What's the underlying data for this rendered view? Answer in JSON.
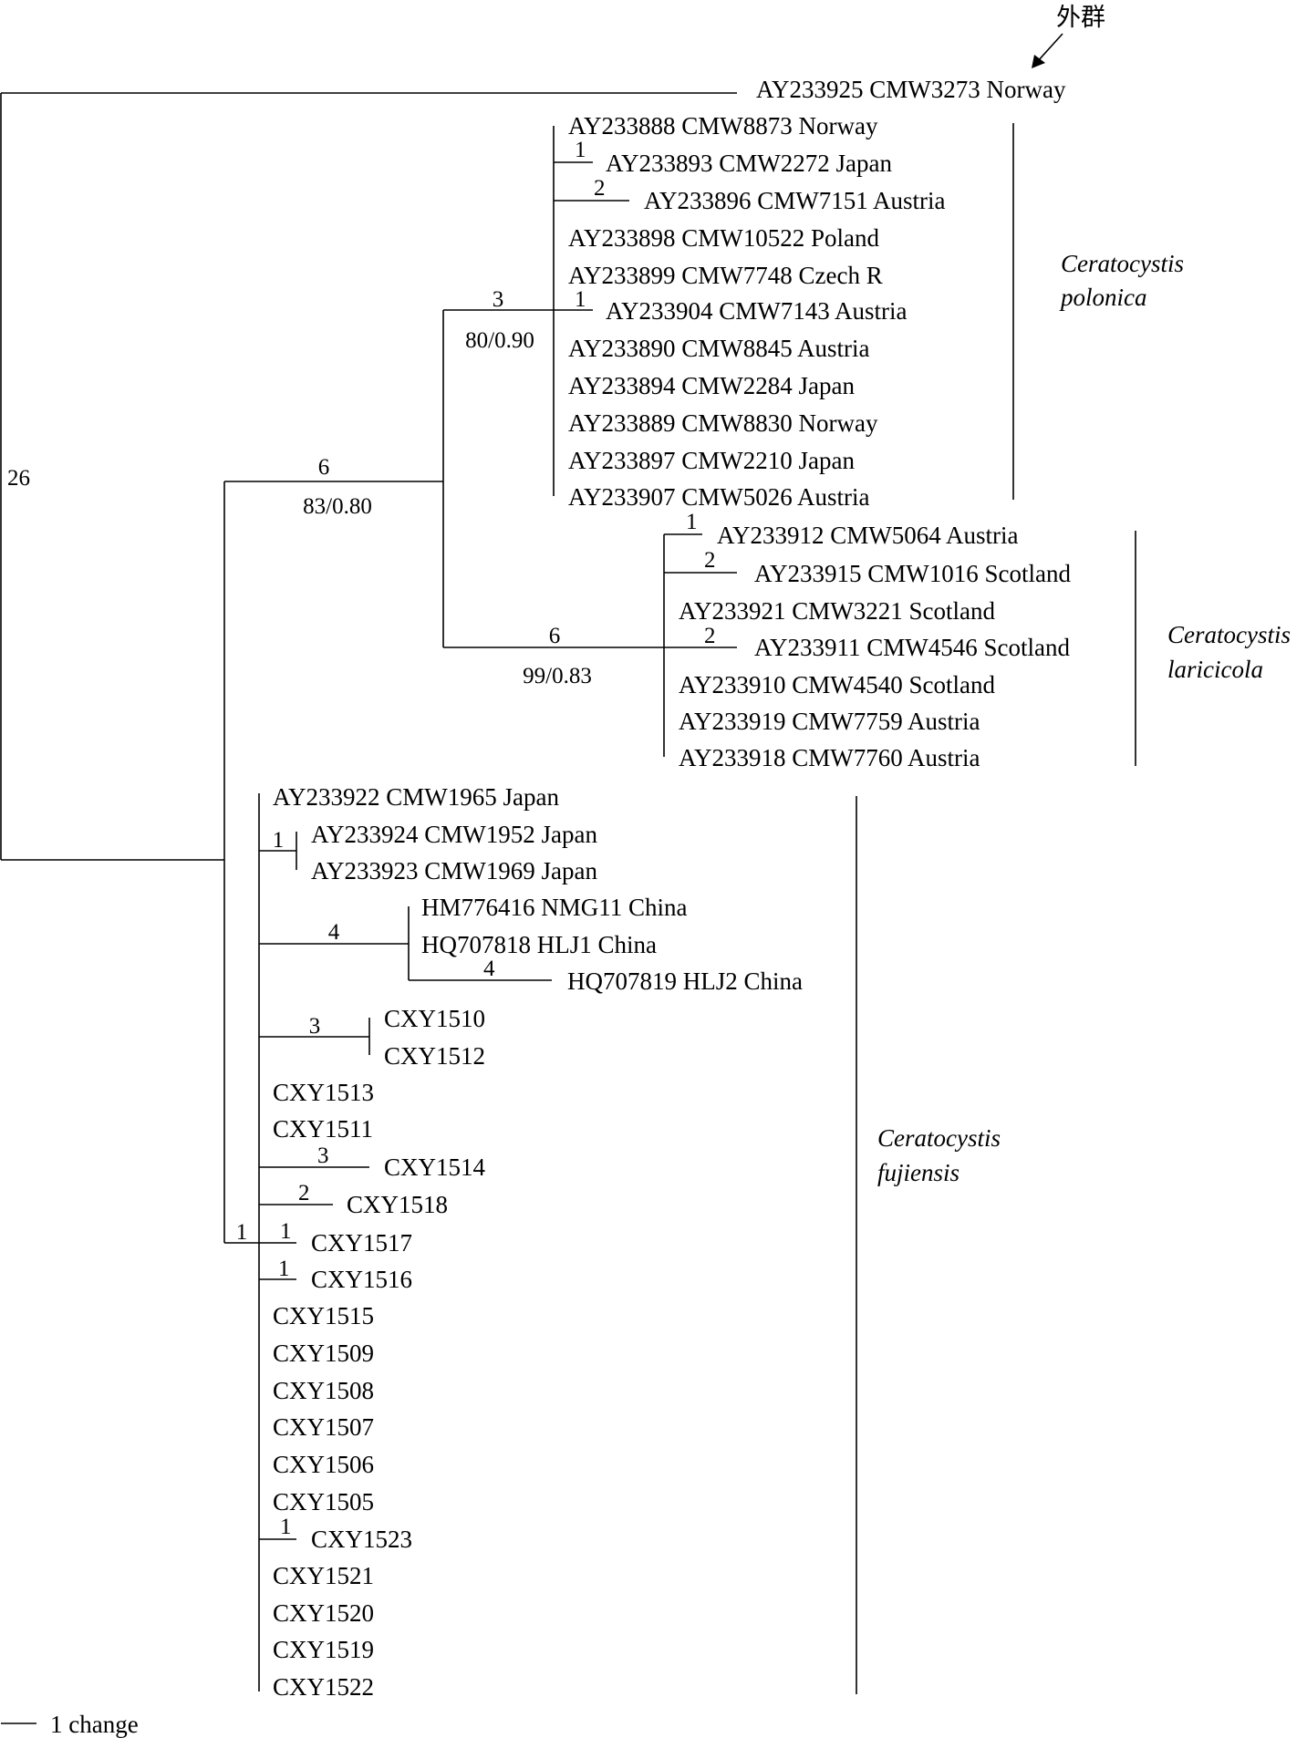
{
  "outgroup_label": "外群",
  "scale_label": "1 change",
  "clades": {
    "polonica": [
      "Ceratocystis",
      "polonica"
    ],
    "laricicola": [
      "Ceratocystis",
      "laricicola"
    ],
    "fujiensis": [
      "Ceratocystis",
      "fujiensis"
    ]
  },
  "node_labels": {
    "root": "26",
    "ingroup": "6",
    "ingroup_support": "83/0.80",
    "polonica": "3",
    "polonica_support": "80/0.90",
    "laricicola": "6",
    "laricicola_support": "99/0.83",
    "fujiensis": "1"
  },
  "taxa": [
    {
      "label": "AY233925 CMW3273 Norway"
    },
    {
      "label": "AY233888 CMW8873 Norway"
    },
    {
      "label": "AY233893 CMW2272 Japan",
      "branch": "1"
    },
    {
      "label": "AY233896 CMW7151 Austria",
      "branch": "2"
    },
    {
      "label": "AY233898 CMW10522 Poland"
    },
    {
      "label": "AY233899 CMW7748 Czech R"
    },
    {
      "label": "AY233904 CMW7143 Austria",
      "branch": "1"
    },
    {
      "label": "AY233890 CMW8845 Austria"
    },
    {
      "label": "AY233894 CMW2284 Japan"
    },
    {
      "label": "AY233889 CMW8830 Norway"
    },
    {
      "label": "AY233897 CMW2210 Japan"
    },
    {
      "label": "AY233907 CMW5026 Austria"
    },
    {
      "label": "AY233912 CMW5064 Austria",
      "branch": "1"
    },
    {
      "label": "AY233915 CMW1016 Scotland",
      "branch": "2"
    },
    {
      "label": "AY233921 CMW3221 Scotland"
    },
    {
      "label": "AY233911 CMW4546 Scotland",
      "branch": "2"
    },
    {
      "label": "AY233910 CMW4540 Scotland"
    },
    {
      "label": "AY233919 CMW7759 Austria"
    },
    {
      "label": "AY233918 CMW7760 Austria"
    },
    {
      "label": "AY233922 CMW1965 Japan"
    },
    {
      "label": "AY233924 CMW1952 Japan"
    },
    {
      "label": "AY233923 CMW1969 Japan"
    },
    {
      "label": "HM776416 NMG11 China"
    },
    {
      "label": "HQ707818 HLJ1 China"
    },
    {
      "label": "HQ707819 HLJ2 China",
      "branch": "4"
    },
    {
      "label": "CXY1510"
    },
    {
      "label": "CXY1512"
    },
    {
      "label": "CXY1513"
    },
    {
      "label": "CXY1511"
    },
    {
      "label": "CXY1514",
      "branch": "3"
    },
    {
      "label": "CXY1518",
      "branch": "2"
    },
    {
      "label": "CXY1517",
      "branch": "1"
    },
    {
      "label": "CXY1516",
      "branch": "1"
    },
    {
      "label": "CXY1515"
    },
    {
      "label": "CXY1509"
    },
    {
      "label": "CXY1508"
    },
    {
      "label": "CXY1507"
    },
    {
      "label": "CXY1506"
    },
    {
      "label": "CXY1505"
    },
    {
      "label": "CXY1523",
      "branch": "1"
    },
    {
      "label": "CXY1521"
    },
    {
      "label": "CXY1520"
    },
    {
      "label": "CXY1519"
    },
    {
      "label": "CXY1522"
    }
  ],
  "subclades": {
    "japan_pair": "1",
    "china_group": "4",
    "cxy_pair": "3"
  }
}
